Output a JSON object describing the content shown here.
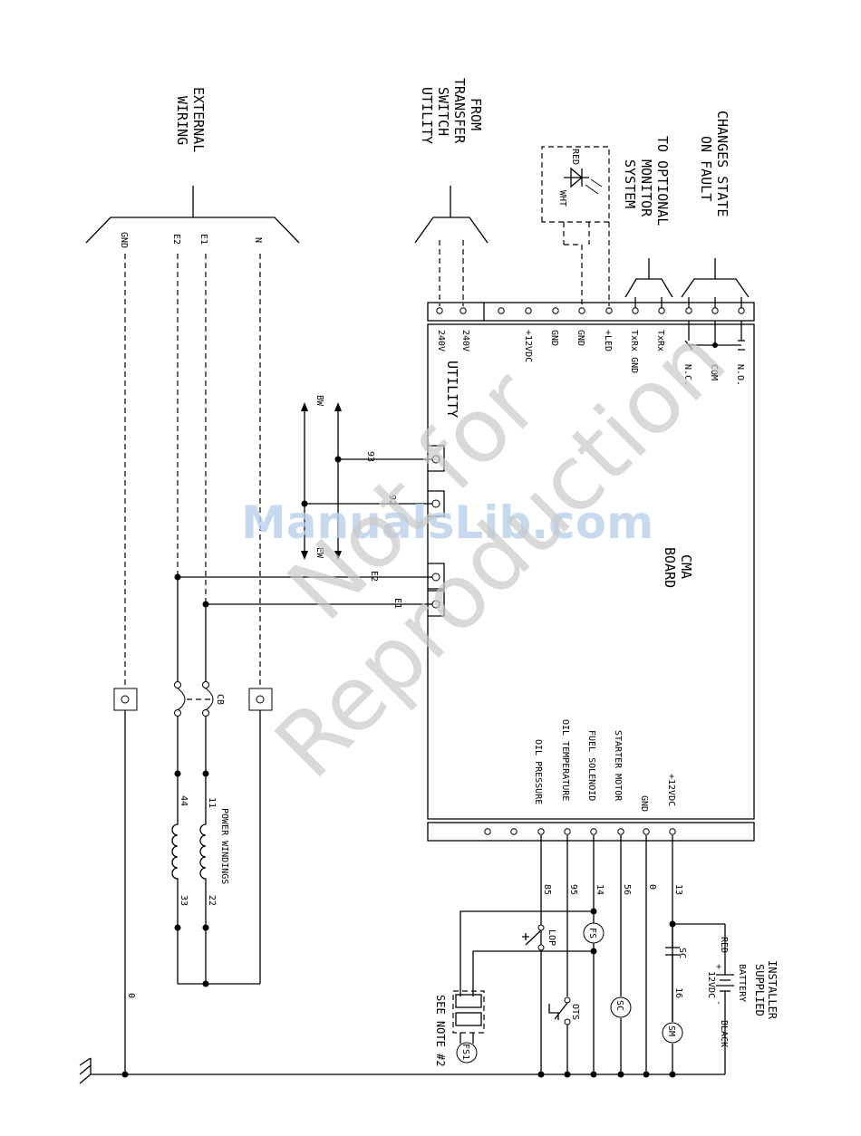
{
  "headings": {
    "external_wiring": [
      "EXTERNAL",
      "WIRING"
    ],
    "from_transfer": [
      "FROM",
      "TRANSFER",
      "SWITCH",
      "UTILITY"
    ],
    "to_monitor": [
      "TO OPTIONAL",
      "MONITOR",
      "SYSTEM"
    ],
    "changes_state": [
      "CHANGES STATE",
      "ON FAULT"
    ],
    "installer": [
      "INSTALLER",
      "SUPPLIED"
    ],
    "see_note": "SEE NOTE #2"
  },
  "board": {
    "title": [
      "CMA",
      "BOARD"
    ],
    "utility_label": "UTILITY"
  },
  "external_wires": [
    "GND",
    "E2",
    "E1",
    "N"
  ],
  "top_terminals": [
    "240V",
    "240V",
    "+12VDC",
    "GND",
    "GND",
    "+LED",
    "TxRx GND",
    "TxRx",
    "N.C.",
    "COM",
    "N.O."
  ],
  "led": {
    "red": "RED",
    "wht": "WHT"
  },
  "side_terminals": [
    "93",
    "92",
    "E2",
    "E1"
  ],
  "bw_ew": {
    "bw": "BW",
    "ew": "EW"
  },
  "bottom_terminals": [
    "OIL PRESSURE",
    "OIL TEMPERATURE",
    "FUEL SOLENOID",
    "STARTER MOTOR",
    "GND",
    "+12VDC"
  ],
  "wire_numbers": {
    "oil_pressure": "85",
    "oil_temp": "95",
    "fuel": "14",
    "starter": "56",
    "gnd": "0",
    "plus12": "13",
    "battery_neg": "16",
    "main_gnd": "0",
    "w11": "11",
    "w44": "44",
    "w22": "22",
    "w33": "33"
  },
  "components": {
    "cb": "CB",
    "power_windings": "POWER WINDINGS",
    "lop": "LOP",
    "fs": "FS",
    "sc": "SC",
    "ots": "OTS",
    "sm": "SM",
    "fs1": "FS1",
    "sc_contact": "SC"
  },
  "battery": {
    "red": "RED",
    "black": "BLACK",
    "label": "BATTERY",
    "voltage": "12VDC",
    "plus": "+",
    "minus": "-"
  },
  "watermark": {
    "brand": "ManualsLib.com",
    "line1": "Not for",
    "line2": "Reproduction"
  }
}
